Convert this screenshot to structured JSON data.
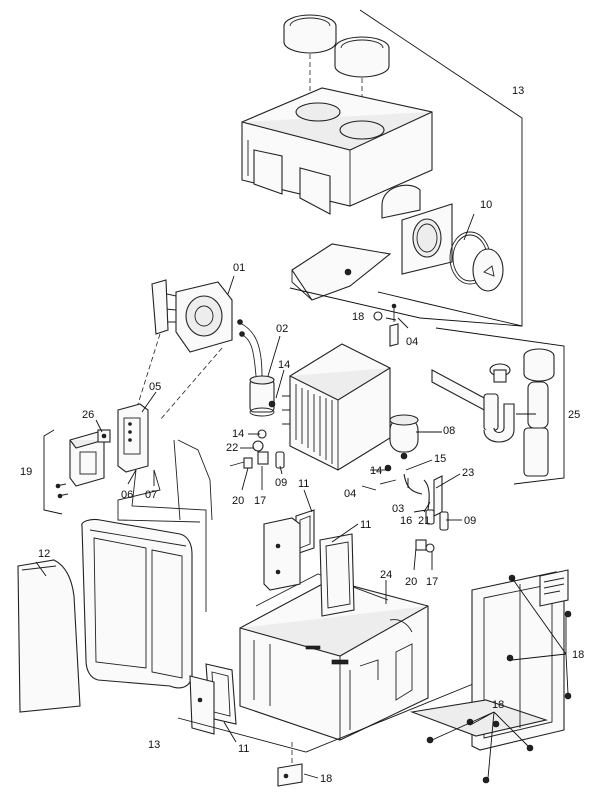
{
  "diagram": {
    "callouts": {
      "c01": "01",
      "c02": "02",
      "c03": "03",
      "c04a": "04",
      "c04b": "04",
      "c05": "05",
      "c06": "06",
      "c07": "07",
      "c08": "08",
      "c09a": "09",
      "c09b": "09",
      "c10": "10",
      "c11a": "11",
      "c11b": "11",
      "c11c": "11",
      "c12": "12",
      "c13a": "13",
      "c13b": "13",
      "c14a": "14",
      "c14b": "14",
      "c14c": "14",
      "c15": "15",
      "c16": "16",
      "c17a": "17",
      "c17b": "17",
      "c18a": "18",
      "c18b": "18",
      "c18c": "18",
      "c18d": "18",
      "c19": "19",
      "c20a": "20",
      "c20b": "20",
      "c21": "21",
      "c22": "22",
      "c23": "23",
      "c24": "24",
      "c25": "25",
      "c26": "26"
    }
  }
}
